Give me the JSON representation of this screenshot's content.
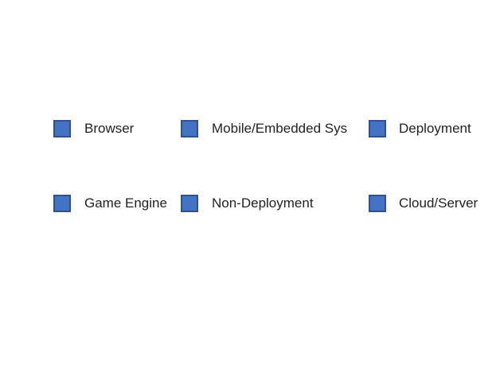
{
  "legend": {
    "items": [
      {
        "label": "Browser"
      },
      {
        "label": "Mobile/Embedded Sys"
      },
      {
        "label": "Deployment"
      },
      {
        "label": "Game Engine"
      },
      {
        "label": "Non-Deployment"
      },
      {
        "label": "Cloud/Server"
      }
    ]
  },
  "colors": {
    "swatch_fill": "#4472c4",
    "swatch_border": "#2f528f"
  }
}
